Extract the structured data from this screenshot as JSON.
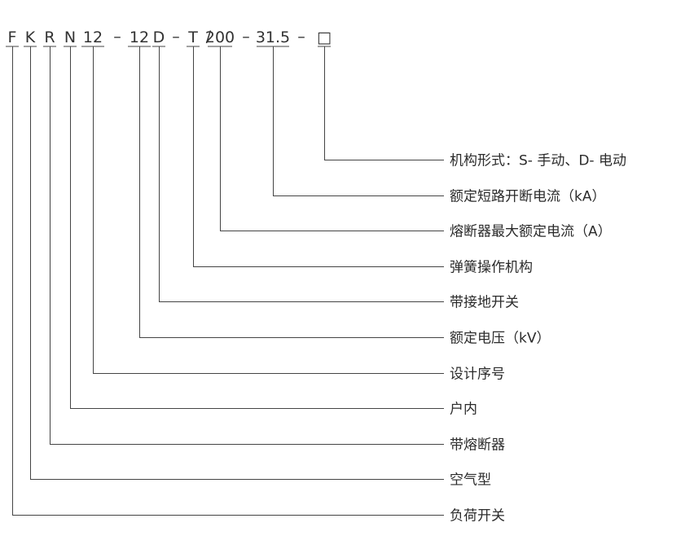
{
  "model_code": {
    "segments": [
      {
        "text": "F",
        "meaning": "负荷开关"
      },
      {
        "text": "K",
        "meaning": "空气型"
      },
      {
        "text": "R",
        "meaning": "带熔断器"
      },
      {
        "text": "N",
        "meaning": "户内"
      },
      {
        "text": "12",
        "meaning": "设计序号"
      },
      {
        "text": "12",
        "meaning": "额定电压（kV）"
      },
      {
        "text": "D",
        "meaning": "带接地开关"
      },
      {
        "text": "T",
        "meaning": "弹簧操作机构"
      },
      {
        "text": "200",
        "meaning": "熔断器最大额定电流（A）"
      },
      {
        "text": "31.5",
        "meaning": "额定短路开断电流（kA）"
      },
      {
        "text": "□",
        "meaning": "机构形式：S- 手动、D- 电动"
      }
    ],
    "separators": [
      "–",
      "–",
      "/",
      "–",
      "–"
    ]
  }
}
